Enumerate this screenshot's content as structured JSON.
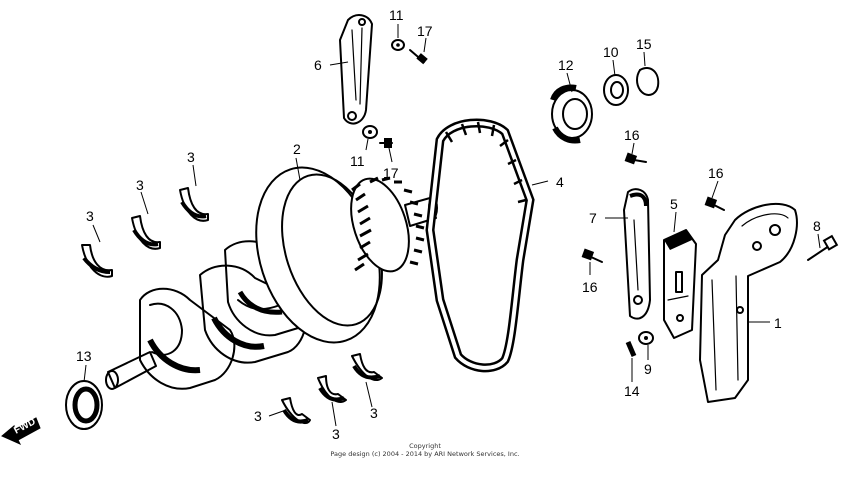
{
  "diagram": {
    "direction_label": "FWD",
    "callouts": {
      "c1": "1",
      "c2": "2",
      "c3a": "3",
      "c3b": "3",
      "c3c": "3",
      "c3d": "3",
      "c3e": "3",
      "c3f": "3",
      "c4": "4",
      "c5": "5",
      "c6": "6",
      "c7": "7",
      "c8": "8",
      "c9": "9",
      "c10": "10",
      "c11a": "11",
      "c11b": "11",
      "c12": "12",
      "c13": "13",
      "c14": "14",
      "c15": "15",
      "c16a": "16",
      "c16b": "16",
      "c16c": "16",
      "c17a": "17",
      "c17b": "17"
    },
    "copyright_title": "Copyright",
    "copyright_line": "Page design (c) 2004 - 2014 by ARI Network Services, Inc."
  }
}
